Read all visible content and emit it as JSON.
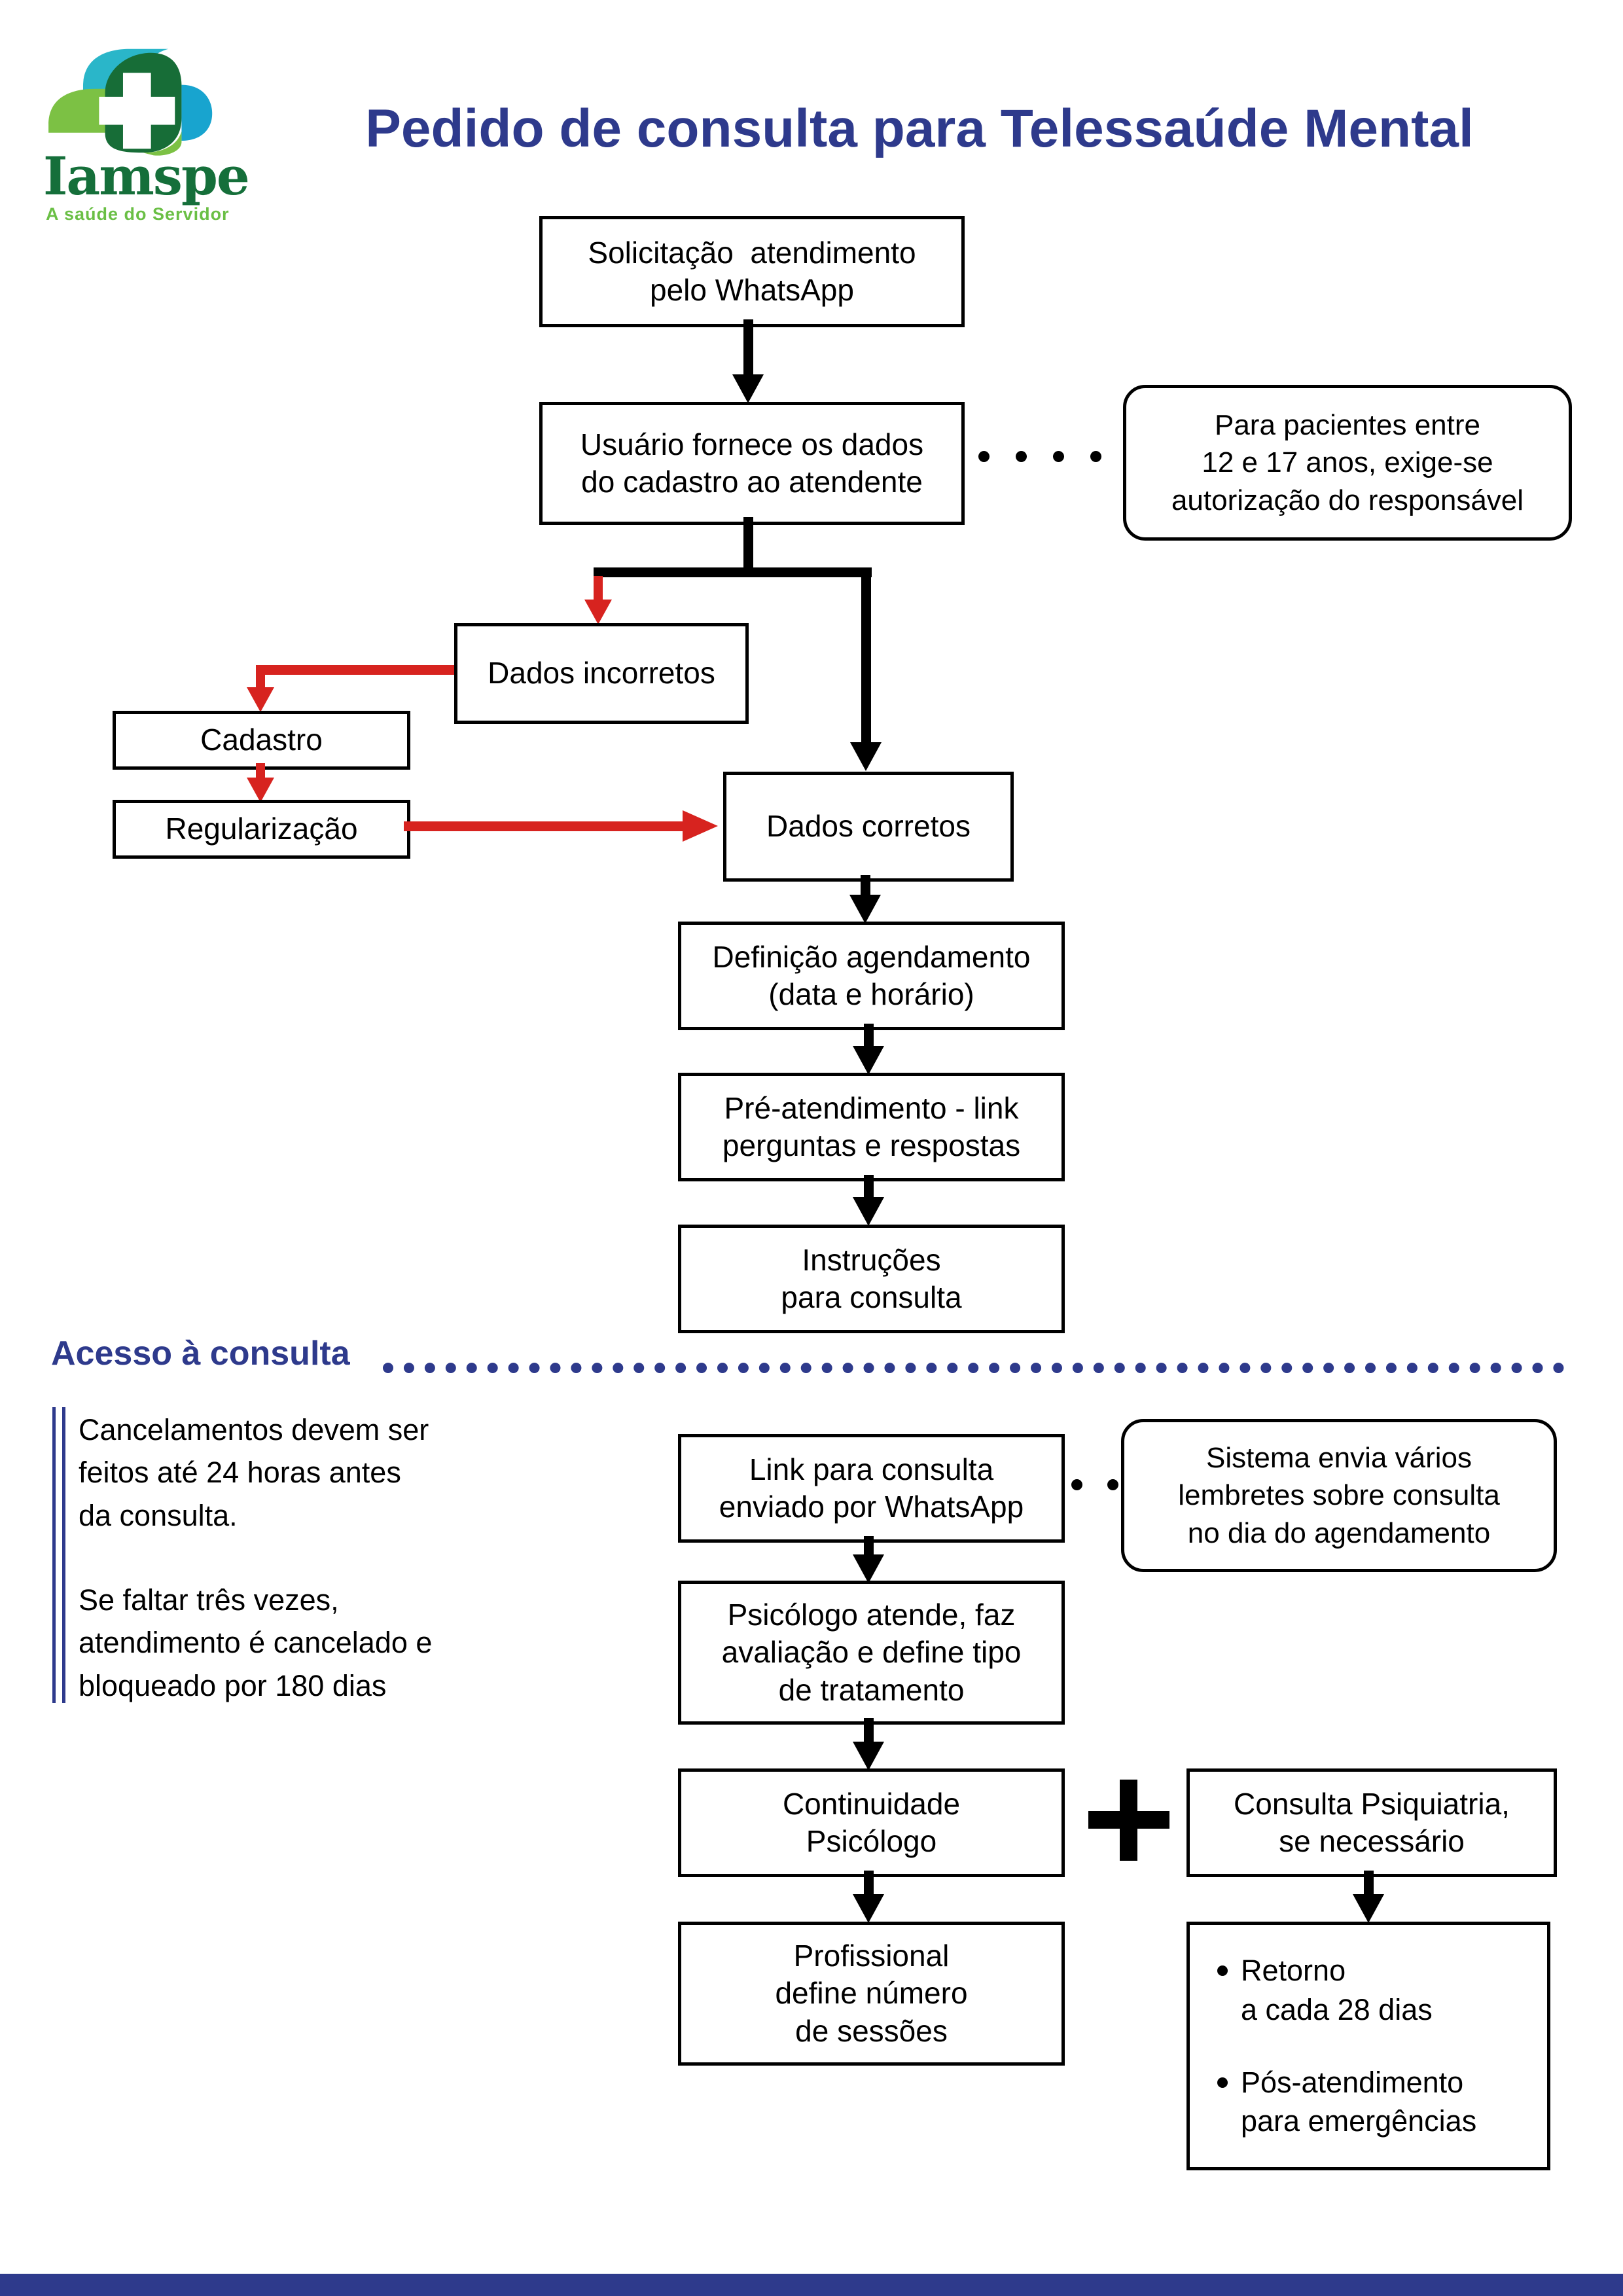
{
  "colors": {
    "navy_accent": "#2e3a8c",
    "red_arrow": "#d7231f",
    "logo_dark_green": "#156f3a",
    "logo_light_green": "#6abf45",
    "logo_teal": "#29b6c9",
    "box_border": "#000000"
  },
  "logo": {
    "name": "Iamspe",
    "tagline": "A saúde do Servidor"
  },
  "title": "Pedido de consulta para Telessaúde Mental",
  "flow": {
    "solicitacao": {
      "lines": [
        "Solicitação  atendimento",
        "pelo WhatsApp"
      ]
    },
    "usuario": {
      "lines": [
        "Usuário fornece os dados",
        "do cadastro ao atendente"
      ]
    },
    "nota_menores": {
      "lines": [
        "Para pacientes entre",
        "12 e 17 anos, exige-se",
        "autorização do responsável"
      ]
    },
    "dados_incorretos": {
      "lines": [
        "Dados incorretos"
      ]
    },
    "cadastro": {
      "lines": [
        "Cadastro"
      ]
    },
    "regularizacao": {
      "lines": [
        "Regularização"
      ]
    },
    "dados_corretos": {
      "lines": [
        "Dados corretos"
      ]
    },
    "definicao": {
      "lines": [
        "Definição agendamento",
        "(data e horário)"
      ]
    },
    "pre_atendimento": {
      "lines": [
        "Pré-atendimento - link",
        "perguntas e respostas"
      ]
    },
    "instrucoes": {
      "lines": [
        "Instruções",
        "para consulta"
      ]
    },
    "link_consulta": {
      "lines": [
        "Link para consulta",
        "enviado por WhatsApp"
      ]
    },
    "nota_lembretes": {
      "lines": [
        "Sistema envia vários",
        "lembretes sobre consulta",
        "no dia do agendamento"
      ]
    },
    "psicologo": {
      "lines": [
        "Psicólogo atende, faz",
        "avaliação e define tipo",
        "de tratamento"
      ]
    },
    "continuidade": {
      "lines": [
        "Continuidade",
        "Psicólogo"
      ]
    },
    "plus": "+",
    "psiquiatria": {
      "lines": [
        "Consulta Psiquiatria,",
        "se necessário"
      ]
    },
    "profissional": {
      "lines": [
        "Profissional",
        "define número",
        "de sessões"
      ]
    },
    "retorno": {
      "bullets": [
        {
          "lines": [
            "Retorno",
            "a cada 28 dias"
          ]
        },
        {
          "lines": [
            "Pós-atendimento",
            "para emergências"
          ]
        }
      ]
    }
  },
  "section": {
    "heading": "Acesso à consulta"
  },
  "side_note": {
    "para1": [
      "Cancelamentos devem ser",
      "feitos até 24 horas antes",
      "da consulta."
    ],
    "para2": [
      "Se faltar três vezes,",
      "atendimento é cancelado e",
      "bloqueado por 180 dias"
    ]
  }
}
